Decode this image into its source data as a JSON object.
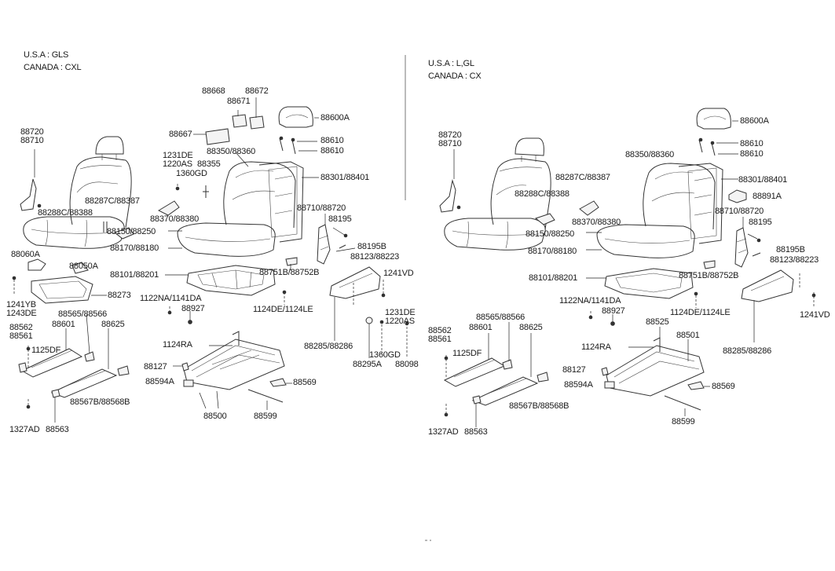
{
  "left_panel": {
    "header": [
      "U.S.A : GLS",
      "CANADA : CXL"
    ],
    "labels": [
      "88720",
      "88710",
      "88668",
      "88672",
      "88671",
      "88667",
      "88600A",
      "88610",
      "88610",
      "1231DE",
      "1220AS",
      "88355",
      "1360GD",
      "88350/88360",
      "88301/88401",
      "88287C/88387",
      "88288C/88388",
      "88710/88720",
      "88195",
      "88370/88380",
      "88150/88250",
      "88195B",
      "88123/88223",
      "88170/88180",
      "88060A",
      "88050A",
      "88101/88201",
      "88751B/88752B",
      "1241VD",
      "88273",
      "1241YB",
      "1243DE",
      "1122NA/1141DA",
      "88927",
      "1124DE/1124LE",
      "88562",
      "88561",
      "88565/88566",
      "88601",
      "88625",
      "1125DF",
      "1231DE",
      "1220AS",
      "88285/88286",
      "1124RA",
      "1360GD",
      "88295A",
      "88098",
      "88127",
      "88594A",
      "88569",
      "88567B/88568B",
      "1327AD",
      "88563",
      "88500",
      "88599"
    ]
  },
  "right_panel": {
    "header": [
      "U.S.A  : L,GL",
      "CANADA : CX"
    ],
    "labels": [
      "88720",
      "88710",
      "88600A",
      "88610",
      "88610",
      "88350/88360",
      "88301/88401",
      "88287C/88387",
      "88891A",
      "88288C/88388",
      "88710/88720",
      "88195",
      "88370/88380",
      "88150/88250",
      "88195B",
      "88123/88223",
      "88170/88180",
      "88101/88201",
      "88751B/88752B",
      "1122NA/1141DA",
      "88927",
      "1124DE/1124LE",
      "88562",
      "88565/88566",
      "88525",
      "88561",
      "88601",
      "88625",
      "1125DF",
      "88501",
      "1241VD",
      "1124RA",
      "88285/88286",
      "88127",
      "88594A",
      "88569",
      "88567B/88568B",
      "1327AD",
      "88563",
      "88599"
    ]
  }
}
